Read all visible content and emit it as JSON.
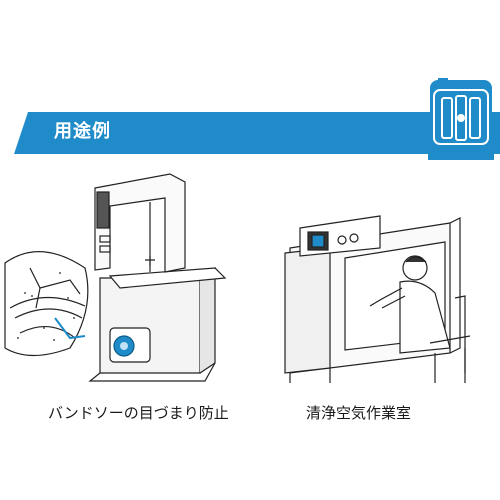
{
  "section": {
    "title": "用途例",
    "accent": "#1f8cc9"
  },
  "examples": [
    {
      "caption": "バンドソーの目づまり防止",
      "icon": "band-saw-illustration"
    },
    {
      "caption": "清浄空気作業室",
      "icon": "clean-room-workbench-illustration"
    }
  ],
  "logo": {
    "icon": "blower-motor-icon",
    "color": "#1f8cc9"
  }
}
